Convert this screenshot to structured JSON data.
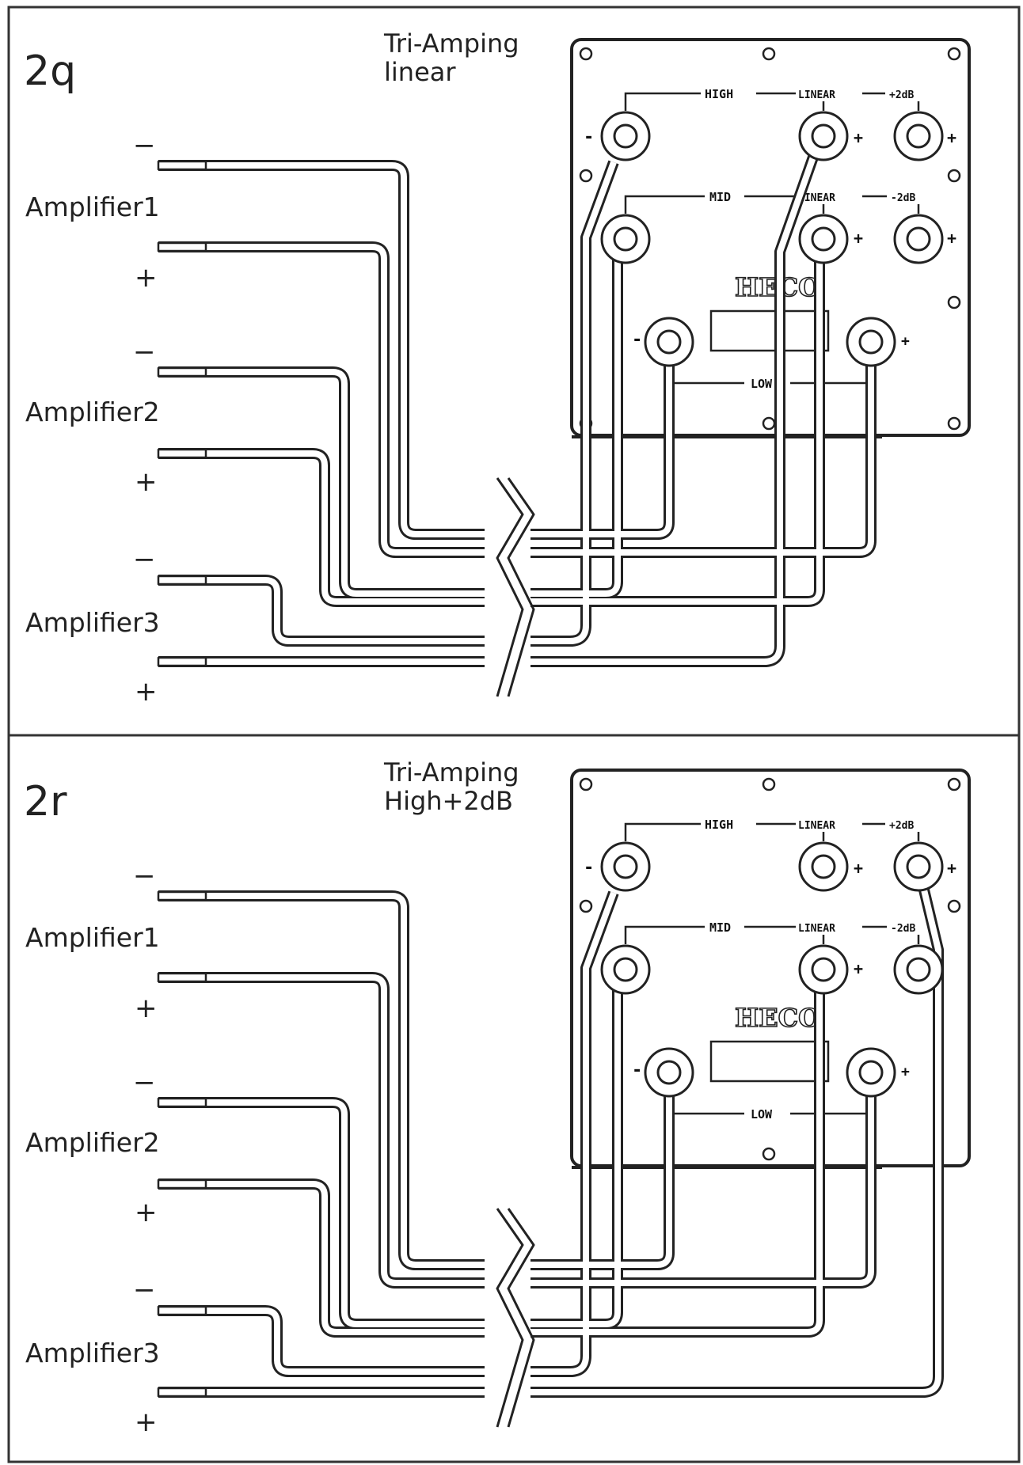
{
  "panels": [
    {
      "id": "2q",
      "tag": "2q",
      "title_line1": "Tri-Amping",
      "title_line2": "linear",
      "amplifiers": [
        {
          "name": "Amplifier1",
          "minus": "−",
          "plus": "+"
        },
        {
          "name": "Amplifier2",
          "minus": "−",
          "plus": "+"
        },
        {
          "name": "Amplifier3",
          "minus": "−",
          "plus": "+"
        }
      ],
      "plate": {
        "high": "HIGH",
        "linear_top": "LINEAR",
        "plus2db": "+2dB",
        "mid": "MID",
        "linear_mid": "LINEAR",
        "minus2db": "-2dB",
        "low": "LOW",
        "brand": "HECO",
        "minus_sign": "-",
        "plus_sign": "+"
      }
    },
    {
      "id": "2r",
      "tag": "2r",
      "title_line1": "Tri-Amping",
      "title_line2": "High+2dB",
      "amplifiers": [
        {
          "name": "Amplifier1",
          "minus": "−",
          "plus": "+"
        },
        {
          "name": "Amplifier2",
          "minus": "−",
          "plus": "+"
        },
        {
          "name": "Amplifier3",
          "minus": "−",
          "plus": "+"
        }
      ],
      "plate": {
        "high": "HIGH",
        "linear_top": "LINEAR",
        "plus2db": "+2dB",
        "mid": "MID",
        "linear_mid": "LINEAR",
        "minus2db": "-2dB",
        "low": "LOW",
        "brand": "HECO",
        "minus_sign": "-",
        "plus_sign": "+"
      }
    }
  ]
}
